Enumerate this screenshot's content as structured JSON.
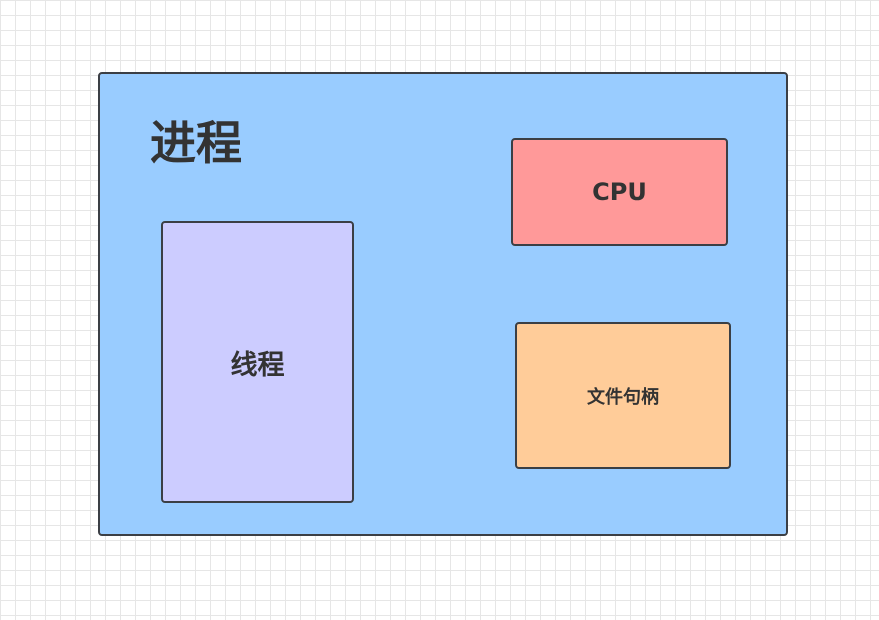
{
  "process": {
    "label": "进程",
    "color": "#99ccff"
  },
  "thread": {
    "label": "线程",
    "color": "#ccccff"
  },
  "cpu": {
    "label": "CPU",
    "color": "#ff9999"
  },
  "file_handle": {
    "label": "文件句柄",
    "color": "#ffcc99"
  },
  "border_color": "#3b3f45",
  "text_color": "#333333",
  "background": "grid"
}
